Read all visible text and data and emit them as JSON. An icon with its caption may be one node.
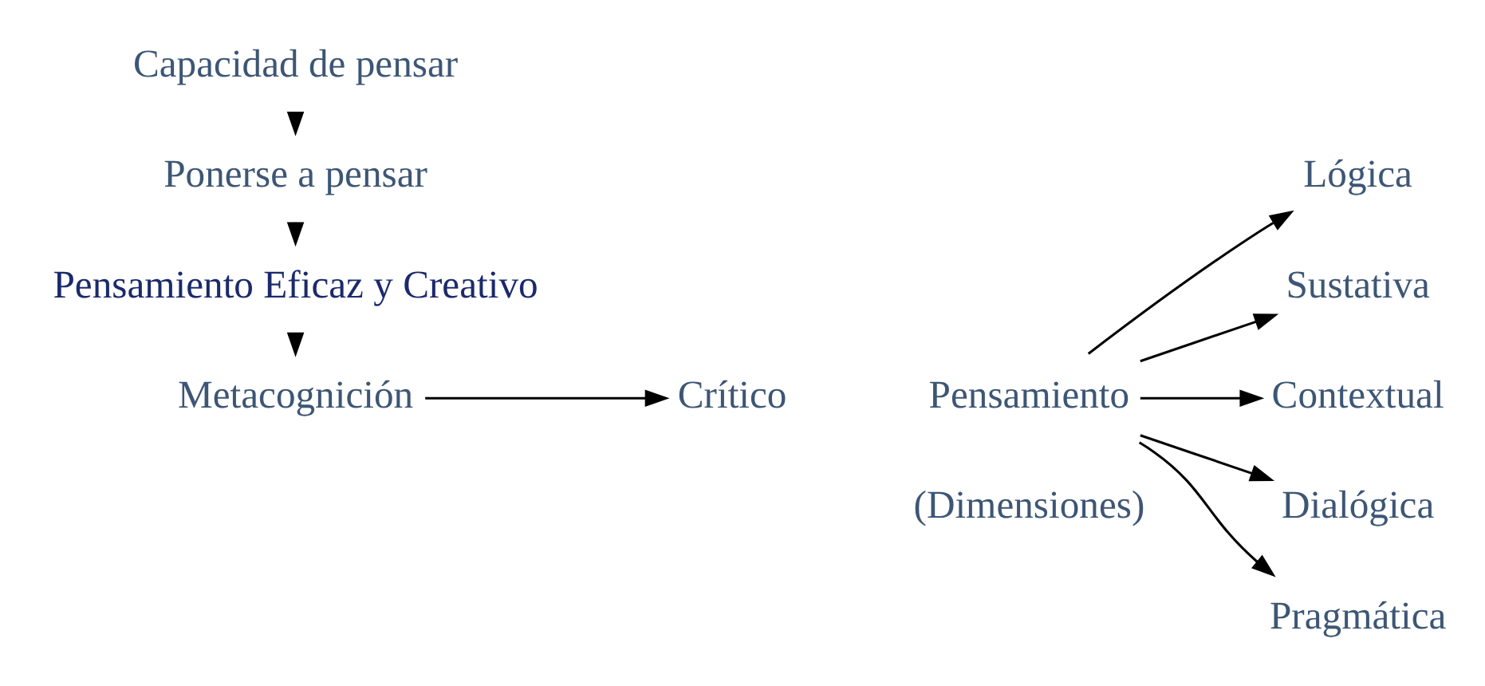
{
  "diagram": {
    "nodes": [
      {
        "text": [
          "Metacognición"
        ]
      },
      {
        "text": [
          "Crítico"
        ]
      },
      {
        "text": [
          "Pensamiento"
        ]
      },
      {
        "text": [
          "Lógica"
        ]
      },
      {
        "text": [
          "Sustativa"
        ]
      },
      {
        "text": [
          "Contextual"
        ]
      },
      {
        "text": [
          "Dialógica"
        ]
      },
      {
        "text": [
          "Pragmática"
        ]
      },
      {
        "text": [
          "Pensamiento Eficaz y Creativo"
        ]
      },
      {
        "text": [
          "Ponerse a pensar"
        ]
      },
      {
        "text": [
          "Capacidad de pensar"
        ]
      }
    ],
    "edges": [
      {
        "from": 0,
        "to": 1,
        "arrow": "to"
      },
      {
        "from": 2,
        "to": 3,
        "arrow": "to"
      },
      {
        "from": 2,
        "to": 4,
        "arrow": "to"
      },
      {
        "from": 2,
        "to": 5,
        "arrow": "to"
      },
      {
        "from": 2,
        "to": 6,
        "arrow": "to"
      },
      {
        "from": 2,
        "to": 7,
        "arrow": "to"
      },
      {
        "from": 8,
        "to": 0,
        "arrow": "to"
      },
      {
        "from": 9,
        "to": 8,
        "arrow": "to"
      },
      {
        "from": 10,
        "to": 9,
        "arrow": "to"
      }
    ],
    "labels": [
      "(Dimensiones)"
    ]
  }
}
